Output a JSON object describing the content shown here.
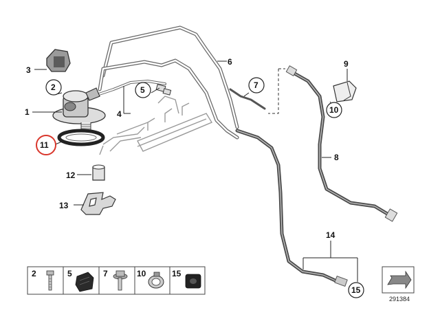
{
  "diagram": {
    "callouts": {
      "c1": "1",
      "c2": "2",
      "c3": "3",
      "c4": "4",
      "c5": "5",
      "c6": "6",
      "c7": "7",
      "c8": "8",
      "c9": "9",
      "c10": "10",
      "c11": "11",
      "c12": "12",
      "c13": "13",
      "c14": "14",
      "c15": "15"
    },
    "highlight_color": "#d9362b",
    "line_color": "#555555"
  },
  "legend": {
    "items": [
      {
        "number": "2",
        "part": "bolt-icon"
      },
      {
        "number": "5",
        "part": "rubber-clip-icon"
      },
      {
        "number": "7",
        "part": "flange-bolt-icon"
      },
      {
        "number": "10",
        "part": "hose-clamp-icon"
      },
      {
        "number": "15",
        "part": "rubber-grommet-icon"
      }
    ]
  },
  "reference_number": "291384"
}
